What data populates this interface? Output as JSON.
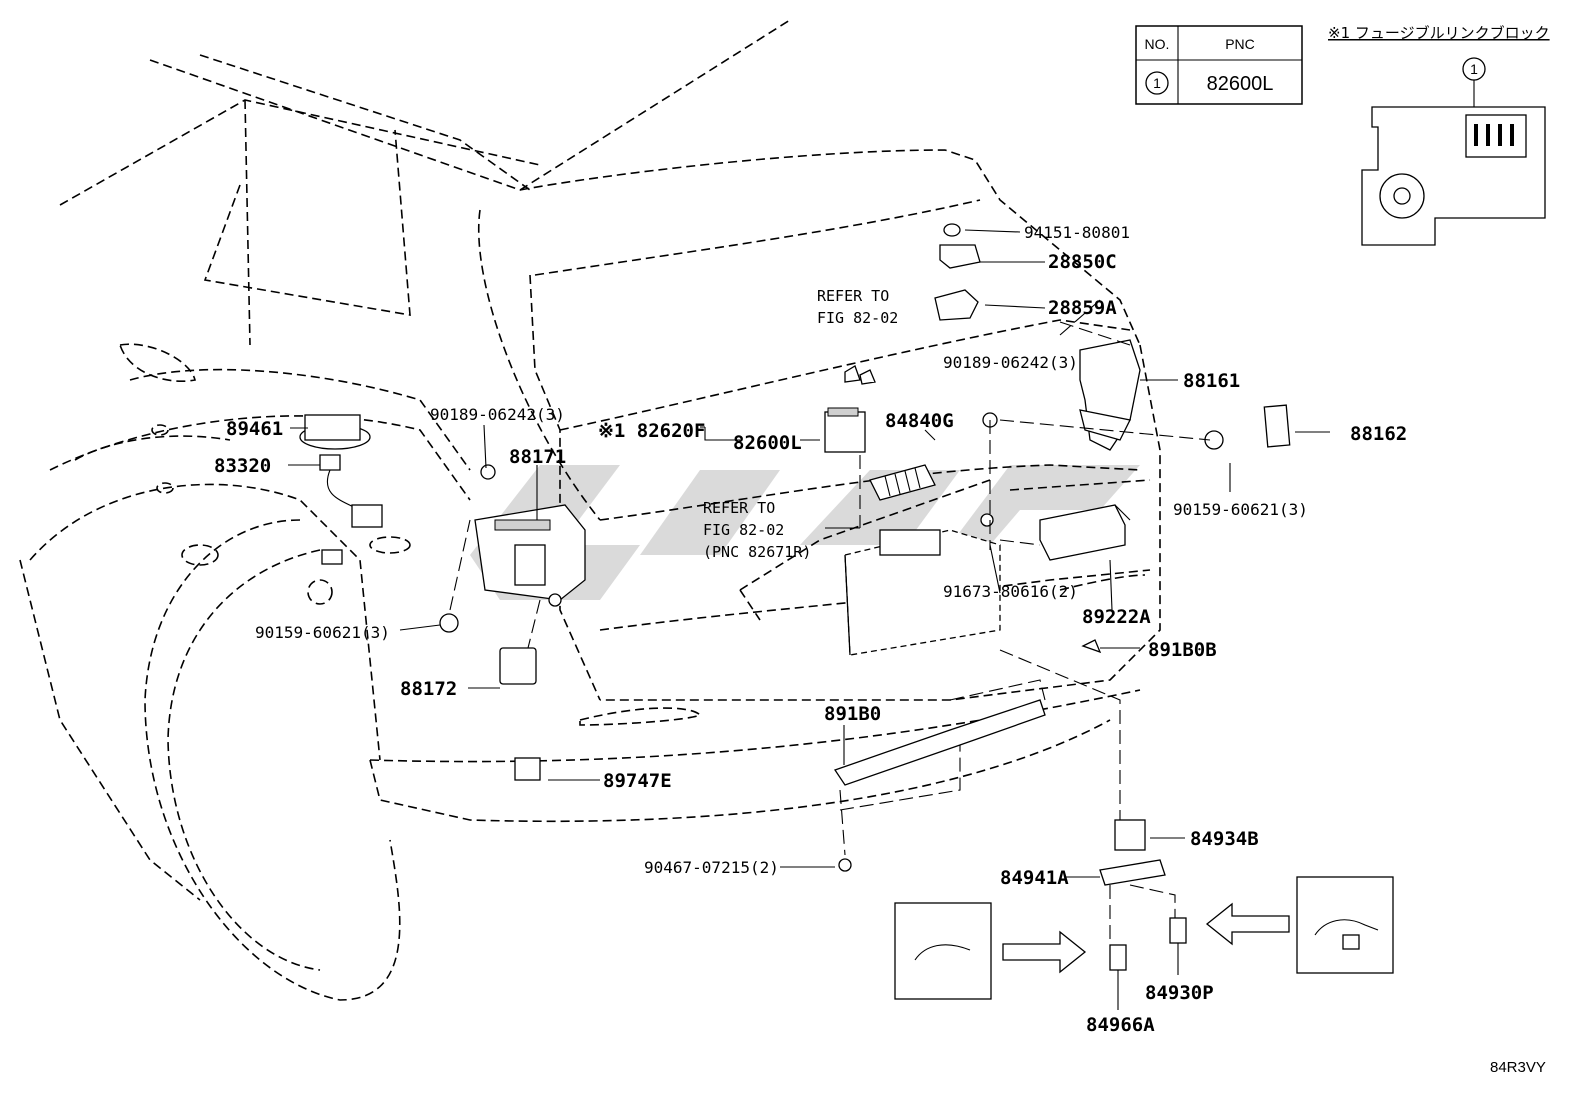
{
  "table": {
    "header_no": "NO.",
    "header_pnc": "PNC",
    "row_no": "1",
    "row_pnc": "82600L"
  },
  "inset": {
    "title": "※1 フュージブルリンクブロック",
    "callout": "1"
  },
  "labels": {
    "l94151": "94151-80801",
    "l28850c": "28850C",
    "l28859a": "28859A",
    "l90189_r": "90189-06242(3)",
    "l88161": "88161",
    "l88162": "88162",
    "l90159_r": "90159-60621(3)",
    "l84840g": "84840G",
    "l82620f": "※1 82620F",
    "l82600l": "82600L",
    "l90189_l": "90189-06242(3)",
    "l88171": "88171",
    "l89461": "89461",
    "l83320": "83320",
    "l90159_l": "90159-60621(3)",
    "l88172": "88172",
    "l91673": "91673-80616(2)",
    "l89222a": "89222A",
    "l891b0b": "891B0B",
    "l891b0": "891B0",
    "l89747e": "89747E",
    "l90467": "90467-07215(2)",
    "l84934b": "84934B",
    "l84941a": "84941A",
    "l84966a": "84966A",
    "l84930p": "84930P"
  },
  "refs": {
    "ref1_line1": "REFER TO",
    "ref1_line2": "FIG 82-02",
    "ref2_line1": "REFER TO",
    "ref2_line2": "FIG 82-02",
    "ref2_line3": "(PNC 82671R)"
  },
  "figure_code": "84R3VY"
}
